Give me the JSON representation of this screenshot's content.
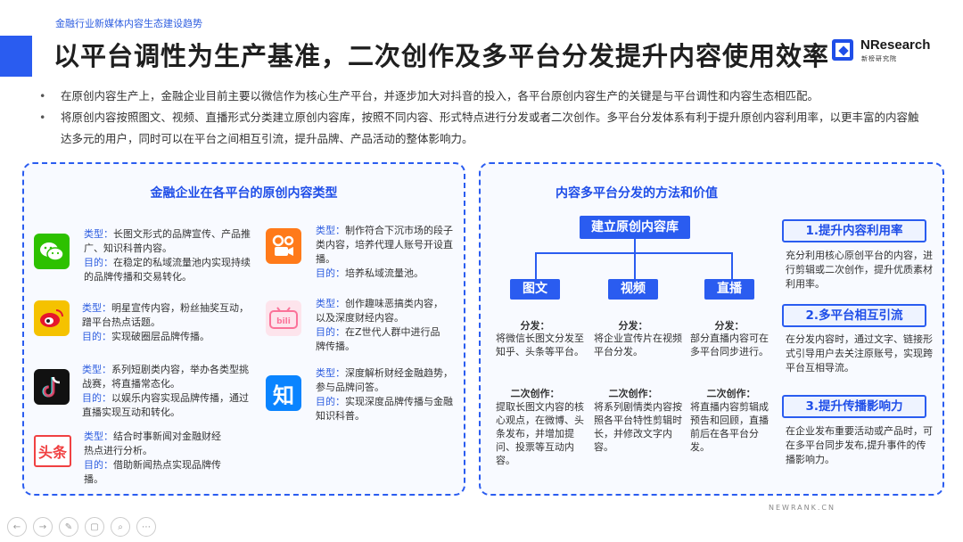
{
  "header": {
    "breadcrumb": "金融行业新媒体内容生态建设趋势",
    "title": "以平台调性为生产基准，二次创作及多平台分发提升内容使用效率",
    "logo_text": "NResearch",
    "logo_sub": "新榜研究院"
  },
  "bullets": [
    "在原创内容生产上，金融企业目前主要以微信作为核心生产平台，并逐步加大对抖音的投入，各平台原创内容生产的关键是与平台调性和内容生态相匹配。",
    "将原创内容按照图文、视频、直播形式分类建立原创内容库，按照不同内容、形式特点进行分发或者二次创作。多平台分发体系有利于提升原创内容利用率，以更丰富的内容触达多元的用户，同时可以在平台之间相互引流，提升品牌、产品活动的整体影响力。"
  ],
  "left_panel": {
    "title": "金融企业在各平台的原创内容类型",
    "type_key": "类型：",
    "goal_key": "目的：",
    "platforms": [
      {
        "icon": "wechat-icon",
        "color": "#2dc100",
        "type": "长图文形式的品牌宣传、产品推广、知识科普内容。",
        "goal": "在稳定的私域流量池内实现持续的品牌传播和交易转化。"
      },
      {
        "icon": "kuaishou-icon",
        "color": "#ff7a1a",
        "type": "制作符合下沉市场的段子类内容，培养代理人账号开设直播。",
        "goal": "培养私域流量池。"
      },
      {
        "icon": "weibo-icon",
        "color": "#f5c200",
        "type": "明星宣传内容，粉丝抽奖互动，蹭平台热点话题。",
        "goal": "实现破圈层品牌传播。"
      },
      {
        "icon": "bilibili-icon",
        "color": "#fb7299",
        "type": "创作趣味恶搞类内容，以及深度财经内容。",
        "goal": "在Z世代人群中进行品牌传播。"
      },
      {
        "icon": "douyin-icon",
        "color": "#111111",
        "type": "系列短剧类内容，举办各类型挑战赛，将直播常态化。",
        "goal": "以娱乐内容实现品牌传播，通过直播实现互动和转化。"
      },
      {
        "icon": "zhihu-icon",
        "color": "#0a84ff",
        "icon_text": "知",
        "type": "深度解析财经金融趋势，参与品牌问答。",
        "goal": "实现深度品牌传播与金融知识科普。"
      },
      {
        "icon": "toutiao-icon",
        "color": "#f04142",
        "icon_text": "头条",
        "type": "结合时事新闻对金融财经热点进行分析。",
        "goal": "借助新闻热点实现品牌传播。"
      }
    ]
  },
  "right_panel": {
    "title": "内容多平台分发的方法和价值",
    "root": "建立原创内容库",
    "branches": [
      {
        "label": "图文",
        "dist_head": "分发：",
        "dist": "将微信长图文分发至知乎、头条等平台。",
        "recreate_head": "二次创作：",
        "recreate": "提取长图文内容的核心观点，在微博、头条发布，并增加提问、投票等互动内容。"
      },
      {
        "label": "视频",
        "dist_head": "分发：",
        "dist": "将企业宣传片在视频平台分发。",
        "recreate_head": "二次创作：",
        "recreate": "将系列剧情类内容按照各平台特性剪辑时长，并修改文字内容。"
      },
      {
        "label": "直播",
        "dist_head": "分发：",
        "dist": "部分直播内容可在多平台同步进行。",
        "recreate_head": "二次创作：",
        "recreate": "将直播内容剪辑成预告和回顾，直播前后在各平台分发。"
      }
    ],
    "values": [
      {
        "label": "1.提升内容利用率",
        "text": "充分利用核心原创平台的内容，进行剪辑或二次创作，提升优质素材利用率。"
      },
      {
        "label": "2.多平台相互引流",
        "text": "在分发内容时，通过文字、链接形式引导用户去关注原账号，实现跨平台互相导流。"
      },
      {
        "label": "3.提升传播影响力",
        "text": "在企业发布重要活动或产品时，可在多平台同步发布,提升事件的传播影响力。"
      }
    ]
  },
  "footer": {
    "url": "NEWRANK.CN"
  },
  "toolbar": [
    "←",
    "→",
    "✎",
    "▢",
    "⌕",
    "⋯"
  ]
}
